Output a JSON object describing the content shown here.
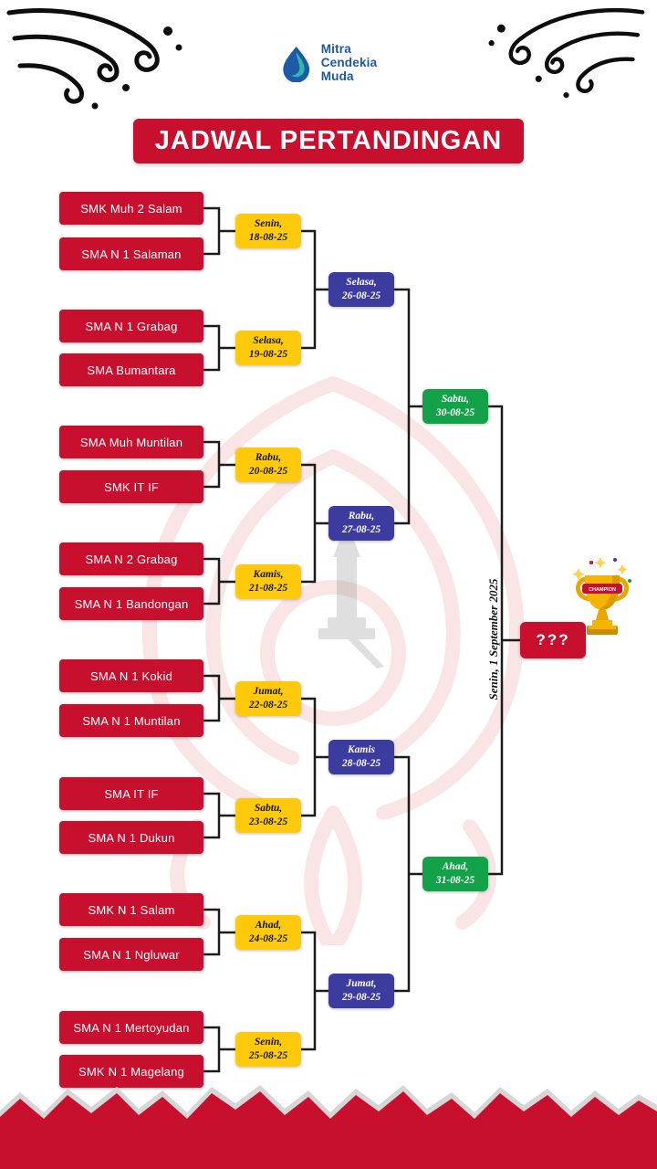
{
  "logo": {
    "line1": "Mitra",
    "line2": "Cendekia",
    "line3": "Muda"
  },
  "title": "JADWAL PERTANDINGAN",
  "round1": [
    {
      "team1": "SMK Muh 2 Salam",
      "team2": "SMA N 1 Salaman",
      "day": "Senin,",
      "date": "18-08-25"
    },
    {
      "team1": "SMA N 1 Grabag",
      "team2": "SMA Bumantara",
      "day": "Selasa,",
      "date": "19-08-25"
    },
    {
      "team1": "SMA Muh Muntilan",
      "team2": "SMK IT IF",
      "day": "Rabu,",
      "date": "20-08-25"
    },
    {
      "team1": "SMA N 2 Grabag",
      "team2": "SMA N 1 Bandongan",
      "day": "Kamis,",
      "date": "21-08-25"
    },
    {
      "team1": "SMA N 1 Kokid",
      "team2": "SMA N 1 Muntilan",
      "day": "Jumat,",
      "date": "22-08-25"
    },
    {
      "team1": "SMA IT IF",
      "team2": "SMA N 1 Dukun",
      "day": "Sabtu,",
      "date": "23-08-25"
    },
    {
      "team1": "SMK N 1 Salam",
      "team2": "SMA N 1 Ngluwar",
      "day": "Ahad,",
      "date": "24-08-25"
    },
    {
      "team1": "SMA N 1 Mertoyudan",
      "team2": "SMK N 1 Magelang",
      "day": "Senin,",
      "date": "25-08-25"
    }
  ],
  "quarterfinals": [
    {
      "day": "Selasa,",
      "date": "26-08-25"
    },
    {
      "day": "Rabu,",
      "date": "27-08-25"
    },
    {
      "day": "Kamis",
      "date": "28-08-25"
    },
    {
      "day": "Jumat,",
      "date": "29-08-25"
    }
  ],
  "semifinals": [
    {
      "day": "Sabtu,",
      "date": "30-08-25"
    },
    {
      "day": "Ahad,",
      "date": "31-08-25"
    }
  ],
  "final": {
    "date_label": "Senin, 1 September 2025",
    "winner_placeholder": "???"
  },
  "colors": {
    "red": "#C8102E",
    "yellow": "#FFC90C",
    "blue": "#3C3B9E",
    "green": "#13A24A",
    "logo_blue": "#1D57A5"
  }
}
